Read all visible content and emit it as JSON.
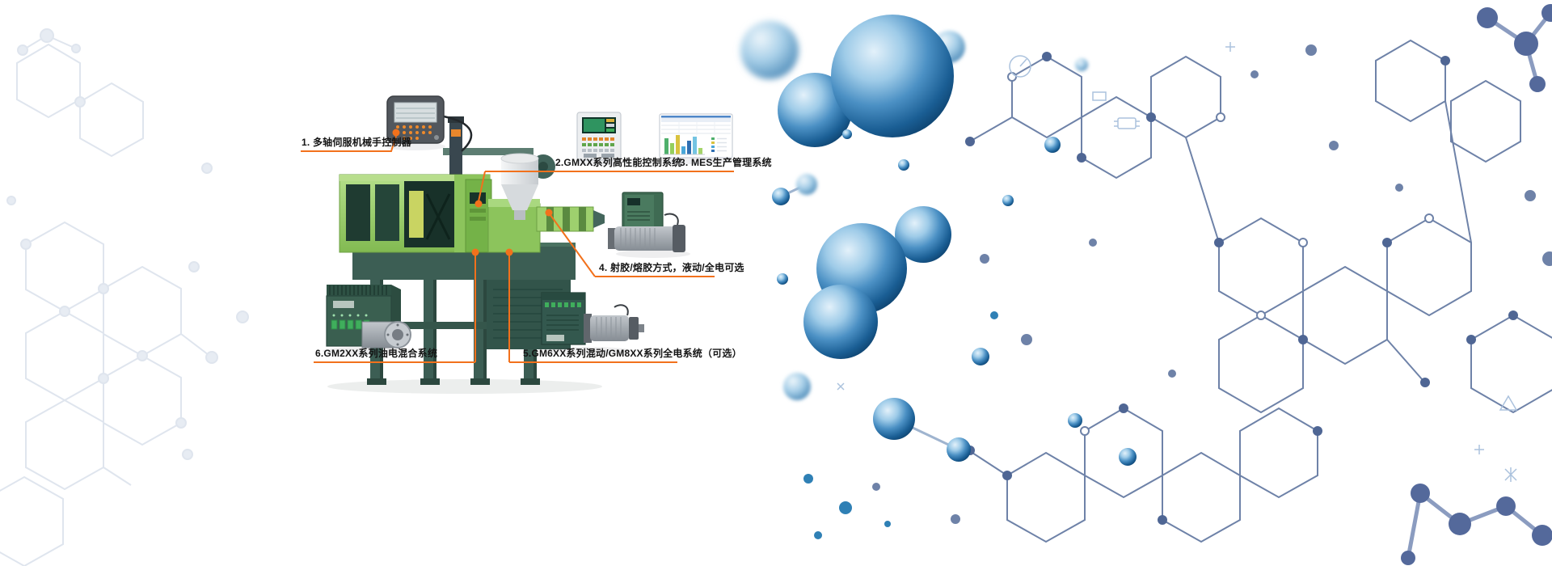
{
  "banner": {
    "callouts": [
      {
        "label": "1. 多轴伺服机械手控制器"
      },
      {
        "label": "2.GMXX系列高性能控制系统"
      },
      {
        "label": "3. MES生产管理系统"
      },
      {
        "label": "4. 射胶/熔胶方式，液动/全电可选"
      },
      {
        "label": "5.GM6XX系列混动/GM8XX系列全电系统（可选）"
      },
      {
        "label": "6.GM2XX系列油电混合系统"
      }
    ]
  },
  "figures": {
    "machine": "injection-molding-machine",
    "item1": "handheld-pendant-controller",
    "item2": "hmi-control-panel",
    "item3": "mes-dashboard-screen",
    "item4": "servo-drive-with-motor",
    "item5": "hybrid-drive-unit-with-servo-motor",
    "item6": "oil-electric-hybrid-drive-unit",
    "background": "molecular-hexagon-network-with-blue-spheres"
  },
  "colors": {
    "accent_orange": "#f2711c",
    "machine_light_green": "#9ccf63",
    "machine_dark_green": "#6fae46",
    "machine_base": "#3c5e54",
    "sphere_blue": "#1b5e96",
    "network_blue": "#6e82a8",
    "faint_pattern": "#dfe5ee"
  }
}
